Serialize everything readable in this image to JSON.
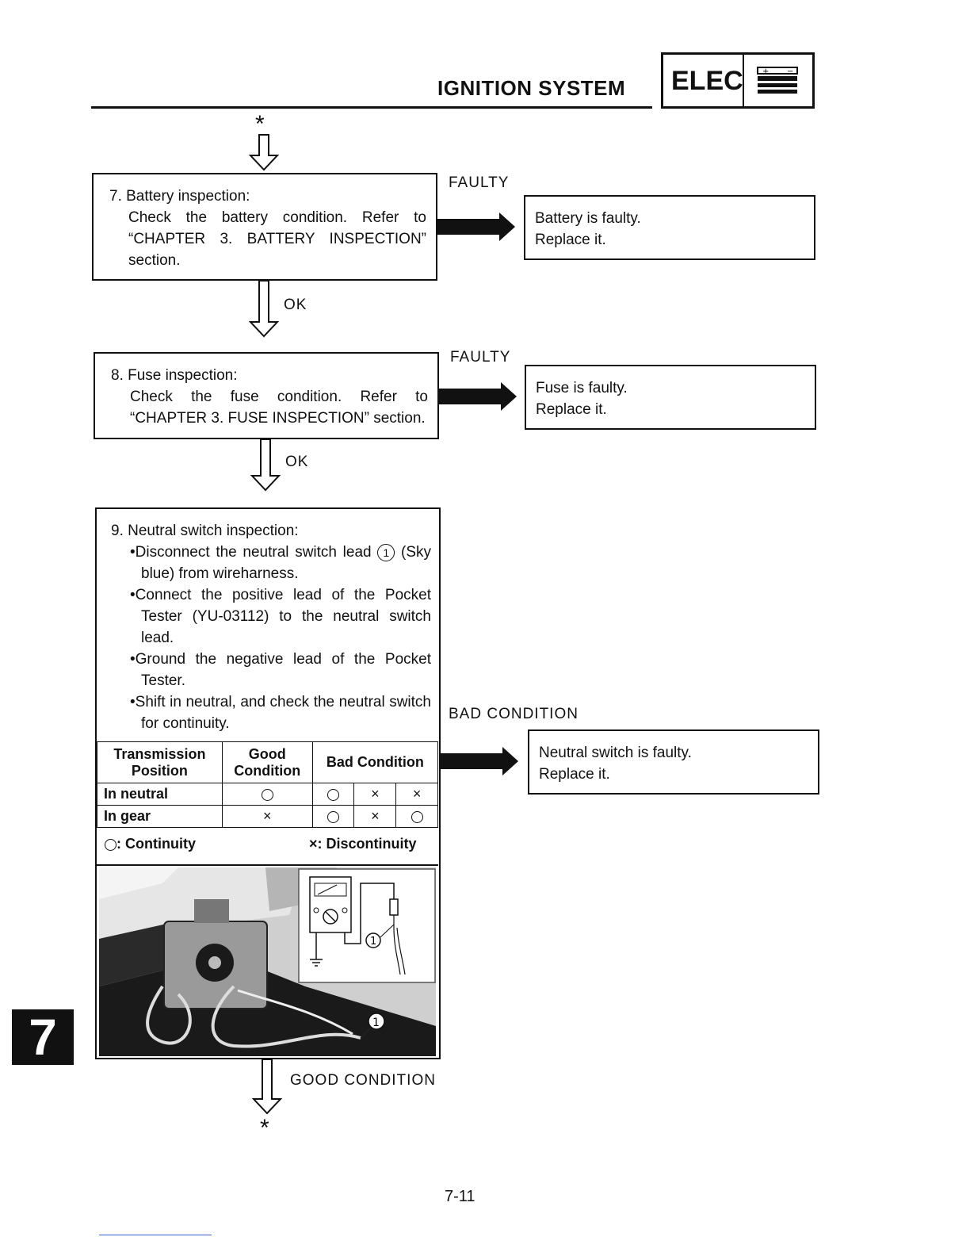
{
  "header": {
    "title": "IGNITION SYSTEM",
    "section_tag": "ELEC",
    "icon": "battery-icon"
  },
  "flow": {
    "start_marker": "*",
    "end_marker": "*",
    "step7": {
      "title": "7. Battery inspection:",
      "body": "Check the battery condition. Refer to “CHAPTER 3. BATTERY INSPECTION” section.",
      "branch_label": "FAULTY",
      "result_line1": "Battery is faulty.",
      "result_line2": "Replace it.",
      "ok_label": "OK"
    },
    "step8": {
      "title": "8. Fuse inspection:",
      "body": "Check the fuse condition. Refer to “CHAPTER 3. FUSE INSPECTION” section.",
      "branch_label": "FAULTY",
      "result_line1": "Fuse is faulty.",
      "result_line2": "Replace it.",
      "ok_label": "OK"
    },
    "step9": {
      "title": "9. Neutral switch inspection:",
      "bullet1_pre": "•Disconnect the neutral switch lead",
      "bullet1_ref": "1",
      "bullet1_post": "(Sky blue) from wireharness.",
      "bullet2": "•Connect the positive lead of the Pocket Tester (YU-03112) to the neutral switch lead.",
      "bullet3": "•Ground the negative lead of the Pocket Tester.",
      "bullet4": "•Shift in neutral, and check the neutral switch for continuity.",
      "branch_label": "BAD CONDITION",
      "result_line1": "Neutral switch is faulty.",
      "result_line2": "Replace it.",
      "good_label": "GOOD CONDITION"
    }
  },
  "table": {
    "col1": "Transmission Position",
    "col2": "Good Condition",
    "col3": "Bad Condition",
    "rows": [
      {
        "label": "In neutral",
        "good": "continuity",
        "bad": [
          "continuity",
          "discontinuity",
          "discontinuity"
        ]
      },
      {
        "label": "In gear",
        "good": "discontinuity",
        "bad": [
          "continuity",
          "discontinuity",
          "continuity"
        ]
      }
    ],
    "legend_continuity": ": Continuity",
    "legend_discontinuity": ": Discontinuity",
    "discontinuity_symbol": "×"
  },
  "figure": {
    "callout": "1"
  },
  "footer": {
    "page_number": "7-11",
    "chapter_tab": "7"
  }
}
